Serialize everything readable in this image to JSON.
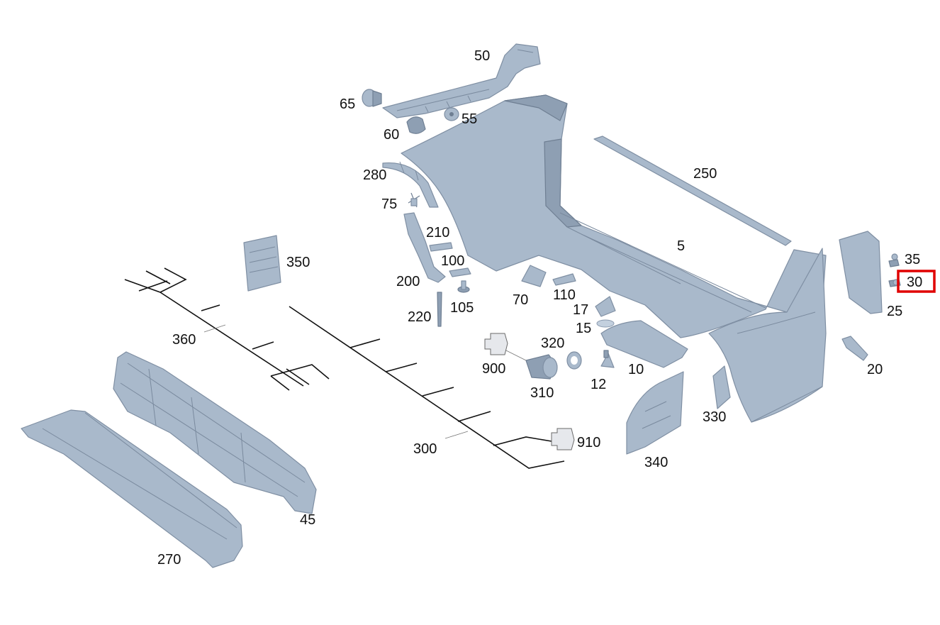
{
  "diagram": {
    "highlight_color": "#e00000",
    "part_color": "#a9b9cb",
    "highlighted_callout": "30",
    "callouts": {
      "c5": "5",
      "c10": "10",
      "c12": "12",
      "c15": "15",
      "c17": "17",
      "c20": "20",
      "c25": "25",
      "c30": "30",
      "c35": "35",
      "c45": "45",
      "c50": "50",
      "c55": "55",
      "c60": "60",
      "c65": "65",
      "c70": "70",
      "c75": "75",
      "c100": "100",
      "c105": "105",
      "c110": "110",
      "c200": "200",
      "c210": "210",
      "c220": "220",
      "c250": "250",
      "c270": "270",
      "c280": "280",
      "c300": "300",
      "c310": "310",
      "c320": "320",
      "c330": "330",
      "c340": "340",
      "c350": "350",
      "c360": "360",
      "c900": "900",
      "c910": "910"
    }
  }
}
